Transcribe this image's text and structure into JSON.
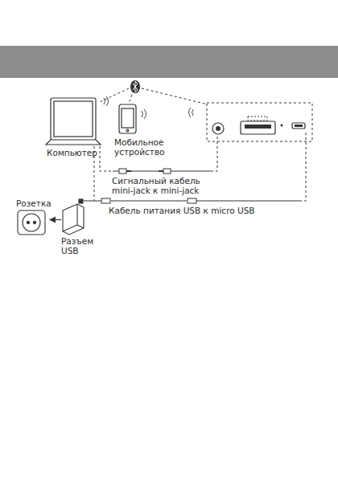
{
  "diagram": {
    "nodes": [
      {
        "text": [
          "Компьютер"
        ]
      },
      {
        "text": [
          "Мобильное устройство"
        ]
      },
      {
        "text": [
          "Розетка"
        ]
      },
      {
        "text": [
          "Разъем USB"
        ]
      }
    ],
    "edges": [
      {
        "from": 3,
        "to": 2,
        "arrow": "to"
      }
    ],
    "labels": [
      "Сигнальный кабель mini-jack к mini-jack",
      "Кабель питания USB к micro USB"
    ]
  }
}
